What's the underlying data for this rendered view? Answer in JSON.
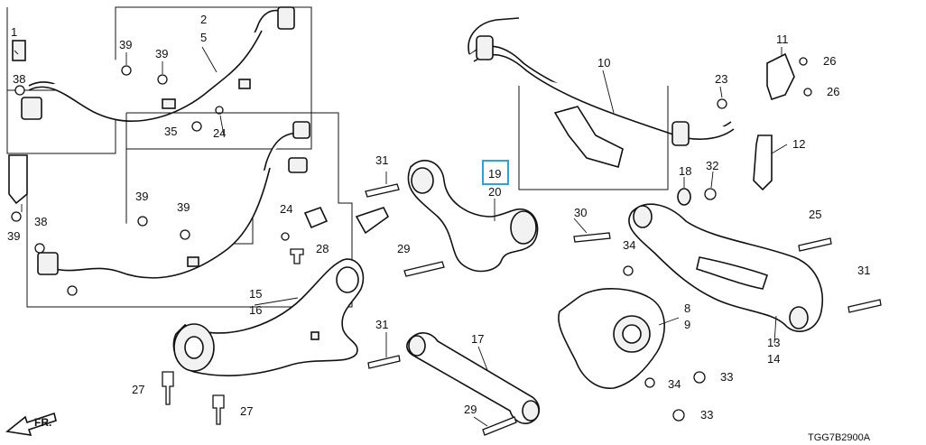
{
  "diagram": {
    "code": "TGG7B2900A",
    "direction_label": "FR.",
    "callouts": [
      {
        "id": "c1",
        "text": "1"
      },
      {
        "id": "c2",
        "text": "2"
      },
      {
        "id": "c5",
        "text": "5"
      },
      {
        "id": "c39a",
        "text": "39"
      },
      {
        "id": "c39b",
        "text": "39"
      },
      {
        "id": "c38a",
        "text": "38"
      },
      {
        "id": "c35",
        "text": "35"
      },
      {
        "id": "c24a",
        "text": "24"
      },
      {
        "id": "c39c",
        "text": "39"
      },
      {
        "id": "c39d",
        "text": "39"
      },
      {
        "id": "c39e",
        "text": "39"
      },
      {
        "id": "c38b",
        "text": "38"
      },
      {
        "id": "c24b",
        "text": "24"
      },
      {
        "id": "c28",
        "text": "28"
      },
      {
        "id": "c31a",
        "text": "31"
      },
      {
        "id": "c19",
        "text": "19",
        "highlighted": true
      },
      {
        "id": "c20",
        "text": "20"
      },
      {
        "id": "c29a",
        "text": "29"
      },
      {
        "id": "c10",
        "text": "10"
      },
      {
        "id": "c11",
        "text": "11"
      },
      {
        "id": "c26a",
        "text": "26"
      },
      {
        "id": "c26b",
        "text": "26"
      },
      {
        "id": "c23",
        "text": "23"
      },
      {
        "id": "c12",
        "text": "12"
      },
      {
        "id": "c18",
        "text": "18"
      },
      {
        "id": "c32",
        "text": "32"
      },
      {
        "id": "c30",
        "text": "30"
      },
      {
        "id": "c34a",
        "text": "34"
      },
      {
        "id": "c25",
        "text": "25"
      },
      {
        "id": "c31b",
        "text": "31"
      },
      {
        "id": "c15",
        "text": "15"
      },
      {
        "id": "c16",
        "text": "16"
      },
      {
        "id": "c31c",
        "text": "31"
      },
      {
        "id": "c17",
        "text": "17"
      },
      {
        "id": "c8",
        "text": "8"
      },
      {
        "id": "c9",
        "text": "9"
      },
      {
        "id": "c13",
        "text": "13"
      },
      {
        "id": "c14",
        "text": "14"
      },
      {
        "id": "c33a",
        "text": "33"
      },
      {
        "id": "c34b",
        "text": "34"
      },
      {
        "id": "c33b",
        "text": "33"
      },
      {
        "id": "c27a",
        "text": "27"
      },
      {
        "id": "c27b",
        "text": "27"
      },
      {
        "id": "c29b",
        "text": "29"
      }
    ],
    "highlight_color": "#2aa6d6"
  }
}
